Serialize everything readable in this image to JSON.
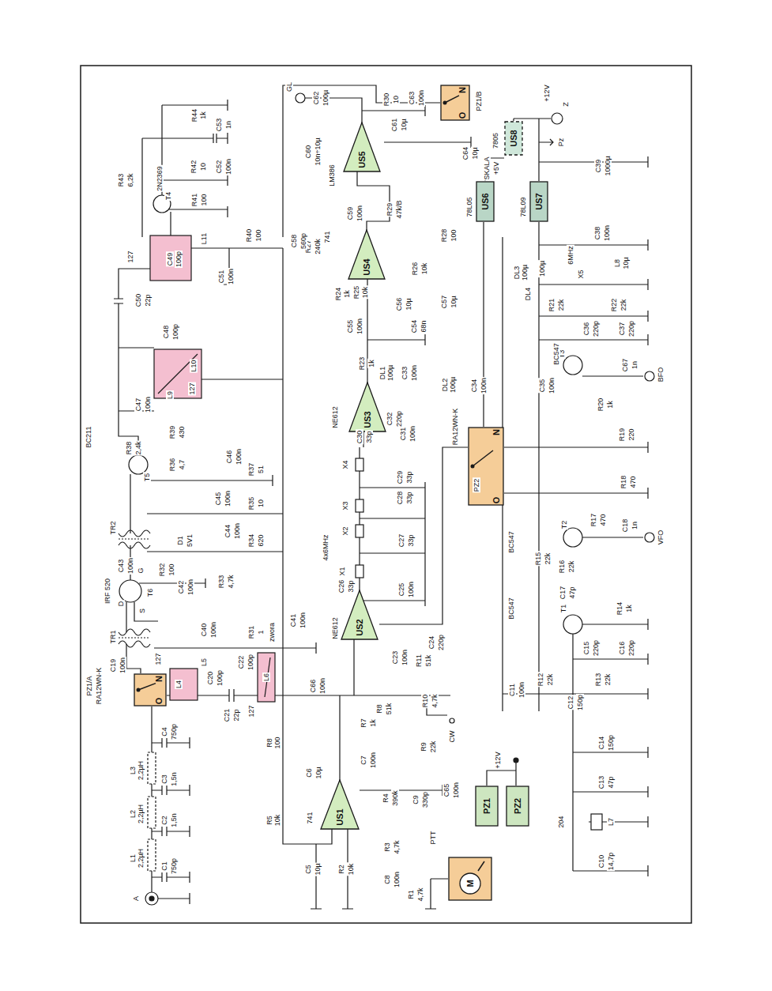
{
  "diagram": {
    "nodes": [
      {
        "text": [
          "US1"
        ]
      },
      {
        "text": [
          "US2"
        ]
      },
      {
        "text": [
          "US3"
        ]
      },
      {
        "text": [
          "US4"
        ]
      },
      {
        "text": [
          "US5"
        ]
      },
      {
        "text": [
          "US6"
        ]
      },
      {
        "text": [
          "US7"
        ]
      },
      {
        "text": [
          "US8"
        ]
      },
      {
        "text": [
          "PZ1"
        ]
      },
      {
        "text": [
          "PZ2"
        ]
      },
      {
        "text": [
          "N",
          "O"
        ]
      },
      {
        "text": [
          "N",
          "O"
        ]
      },
      {
        "text": [
          "N",
          "O"
        ]
      },
      {
        "text": [
          "M"
        ]
      }
    ],
    "labels": [
      "R44",
      "1k",
      "C53",
      "1n",
      "R43",
      "6,2k",
      "2N2369",
      "T4",
      "R42",
      "10",
      "C52",
      "100n",
      "R41",
      "100",
      "L11",
      "127",
      "C49",
      "100p",
      "C51",
      "100n",
      "R40",
      "100",
      "C50",
      "22p",
      "C48",
      "100p",
      "L10",
      "127",
      "L9",
      "C47",
      "100n",
      "BC211",
      "R38",
      "2,4k",
      "R39",
      "430",
      "T5",
      "R36",
      "4,7",
      "C46",
      "100n",
      "R37",
      "51",
      "C45",
      "100n",
      "R35",
      "10",
      "TR2",
      "D1",
      "5V1",
      "C44",
      "100n",
      "R34",
      "620",
      "C43",
      "100n",
      "G",
      "R32",
      "100",
      "IRF 520",
      "T6",
      "D",
      "S",
      "C42",
      "100n",
      "R33",
      "4,7k",
      "C40",
      "100n",
      "R31",
      "1",
      "zwora",
      "C41",
      "100n",
      "TR1",
      "C19",
      "100n",
      "127",
      "L4",
      "L5",
      "C20",
      "100p",
      "C22",
      "100p",
      "L6",
      "PZ1/A",
      "RA12WN-K",
      "C21",
      "22p",
      "127",
      "C4",
      "750p",
      "L3",
      "2,2µH",
      "C3",
      "1,5n",
      "L2",
      "2,2µH",
      "C2",
      "1,5n",
      "L1",
      "2,2µH",
      "C1",
      "750p",
      "A",
      "R8",
      "100",
      "R5",
      "10k",
      "C5",
      "10µ",
      "R2",
      "10k",
      "C6",
      "10µ",
      "741",
      "C7",
      "100n",
      "R4",
      "390k",
      "C9",
      "330p",
      "C65",
      "100n",
      "R3",
      "4,7k",
      "C8",
      "100n",
      "R1",
      "4,7k",
      "PTT",
      "+12V",
      "R7",
      "1k",
      "C66",
      "100n",
      "R8",
      "51k",
      "R9",
      "22k",
      "CW",
      "R10",
      "4,7k",
      "R11",
      "51k",
      "C23",
      "100n",
      "NE612",
      "C24",
      "220p",
      "C25",
      "100n",
      "C26",
      "33p",
      "X1",
      "4x6MHz",
      "C27",
      "33p",
      "X2",
      "X3",
      "C28",
      "33p",
      "C29",
      "33p",
      "X4",
      "C30",
      "33p",
      "C31",
      "100n",
      "NE612",
      "C32",
      "220p",
      "DL1",
      "100µ",
      "C33",
      "100n",
      "DL2",
      "100µ",
      "C34",
      "100n",
      "R23",
      "1k",
      "C55",
      "100n",
      "C54",
      "68n",
      "R24",
      "1k",
      "R25",
      "10k",
      "C56",
      "10µ",
      "C57",
      "10µ",
      "R26",
      "10k",
      "741",
      "R27",
      "240k",
      "C58",
      "560p",
      "R28",
      "100",
      "C59",
      "100n",
      "R29",
      "47k/B",
      "LM386",
      "C60",
      "10n÷10µ",
      "C62",
      "100µ",
      "GL",
      "R30",
      "10",
      "C63",
      "100n",
      "C61",
      "10µ",
      "C64",
      "10µ",
      "PZ1/B",
      "78L05",
      "78L09",
      "SKALA",
      "+5V",
      "7805",
      "Pz",
      "+12V",
      "Z",
      "C39",
      "1000µ",
      "C38",
      "100n",
      "DL3",
      "100µ",
      "DL4",
      "100µ",
      "6MHz",
      "X5",
      "L8",
      "10µ",
      "R21",
      "22k",
      "R22",
      "22k",
      "C36",
      "220p",
      "C37",
      "220p",
      "T3",
      "BC547",
      "C35",
      "100n",
      "C67",
      "1n",
      "BFO",
      "R20",
      "1k",
      "R19",
      "220",
      "RA12WN-K",
      "PZ2",
      "R18",
      "470",
      "R17",
      "470",
      "C18",
      "1n",
      "VFO",
      "T2",
      "BC547",
      "R15",
      "22k",
      "R16",
      "22k",
      "C17",
      "47p",
      "BC547",
      "T1",
      "R14",
      "1k",
      "C15",
      "220p",
      "C16",
      "220p",
      "R12",
      "22k",
      "R13",
      "22k",
      "C11",
      "100n",
      "C12",
      "150p",
      "C14",
      "150p",
      "C13",
      "47p",
      "204",
      "L7",
      "C10",
      "14,7p"
    ]
  }
}
